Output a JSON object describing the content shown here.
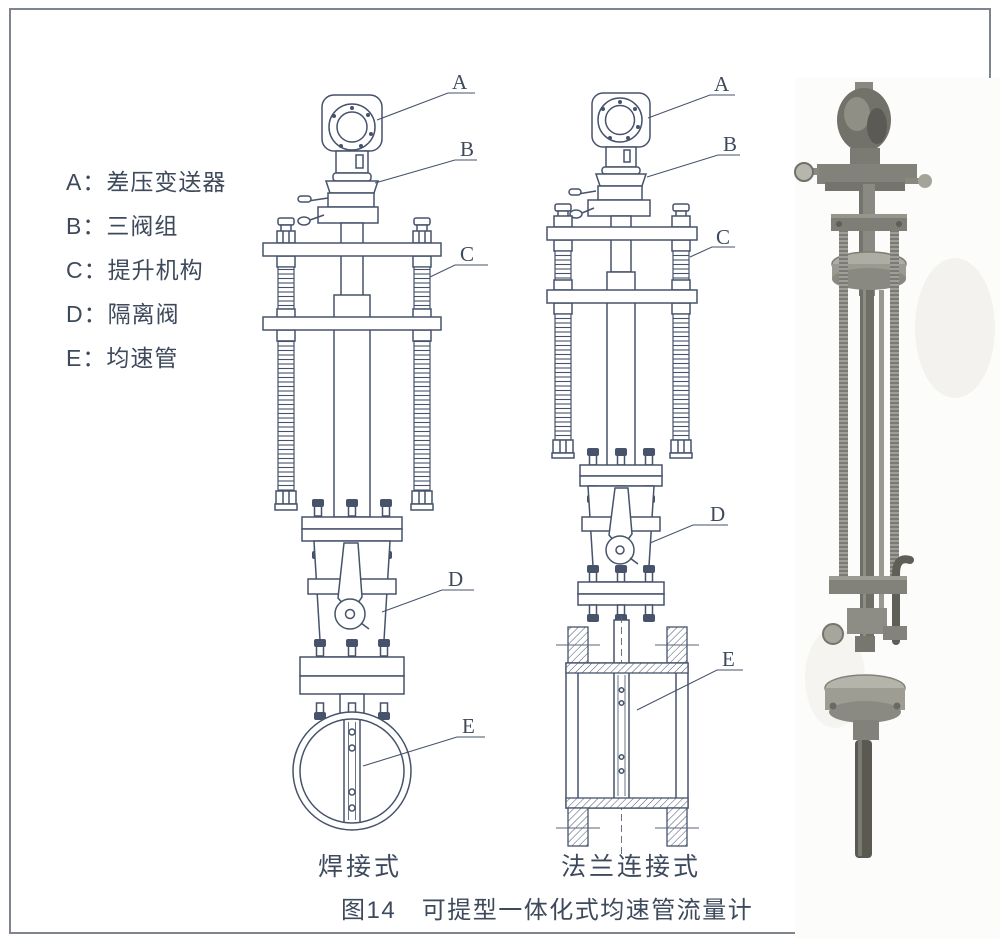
{
  "colors": {
    "ink": "#3e4a5c",
    "line": "#46536b",
    "border": "#7e858f",
    "background": "#ffffff"
  },
  "legend": {
    "items": [
      {
        "text": "A：差压变送器"
      },
      {
        "text": "B：三阀组"
      },
      {
        "text": "C：提升机构"
      },
      {
        "text": "D：隔离阀"
      },
      {
        "text": "E：均速管"
      }
    ]
  },
  "callouts": {
    "a": "A",
    "b": "B",
    "c": "C",
    "d": "D",
    "e": "E"
  },
  "variants": {
    "welded": {
      "caption": "焊接式"
    },
    "flanged": {
      "caption": "法兰连接式"
    }
  },
  "figure": {
    "caption": "图14　可提型一体化式均速管流量计"
  }
}
